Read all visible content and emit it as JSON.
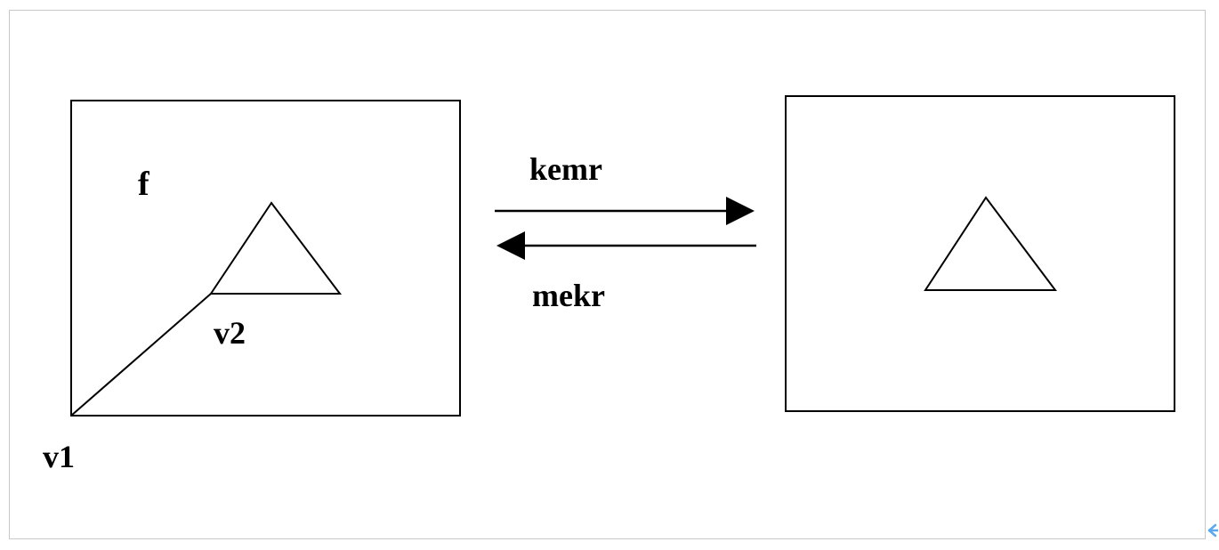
{
  "diagram": {
    "labels": {
      "face": "f",
      "vertex_1": "v1",
      "vertex_2": "v2",
      "forward_op": "kemr",
      "reverse_op": "mekr"
    }
  },
  "colors": {
    "stroke": "#000000",
    "frame_border": "#c8c8c8",
    "corner_icon": "#5aa9ef"
  },
  "icons": {
    "corner": "arrow-left-icon"
  }
}
